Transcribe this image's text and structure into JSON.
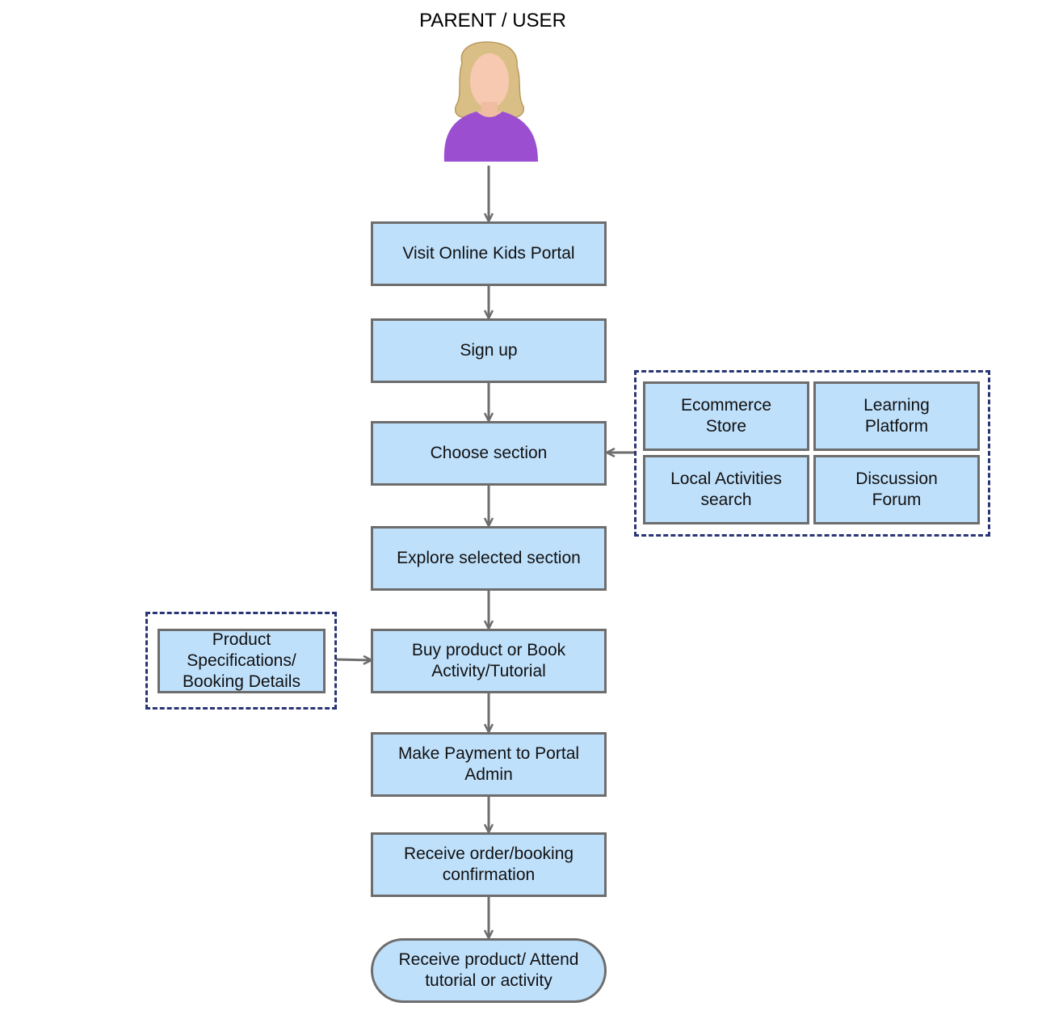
{
  "actor": {
    "label": "PARENT / USER",
    "icon": "user-avatar-icon",
    "shirt_color": "#9b4fd0",
    "hair_color": "#d9bf86"
  },
  "colors": {
    "box_fill": "#bfe0fb",
    "box_border": "#6d6d6d",
    "group_border": "#2a3575",
    "arrow": "#6d6d6d"
  },
  "flow": {
    "visit": "Visit Online Kids Portal",
    "signup": "Sign up",
    "choose": "Choose section",
    "explore": "Explore selected section",
    "buy": "Buy product or Book\nActivity/Tutorial",
    "payment": "Make Payment to Portal\nAdmin",
    "confirmation": "Receive order/booking\nconfirmation",
    "receive": "Receive product/ Attend\ntutorial or activity"
  },
  "sections": {
    "ecommerce": "Ecommerce\nStore",
    "learning": "Learning\nPlatform",
    "local": "Local Activities\nsearch",
    "forum": "Discussion\nForum"
  },
  "details": {
    "product": "Product\nSpecifications/\nBooking Details"
  }
}
